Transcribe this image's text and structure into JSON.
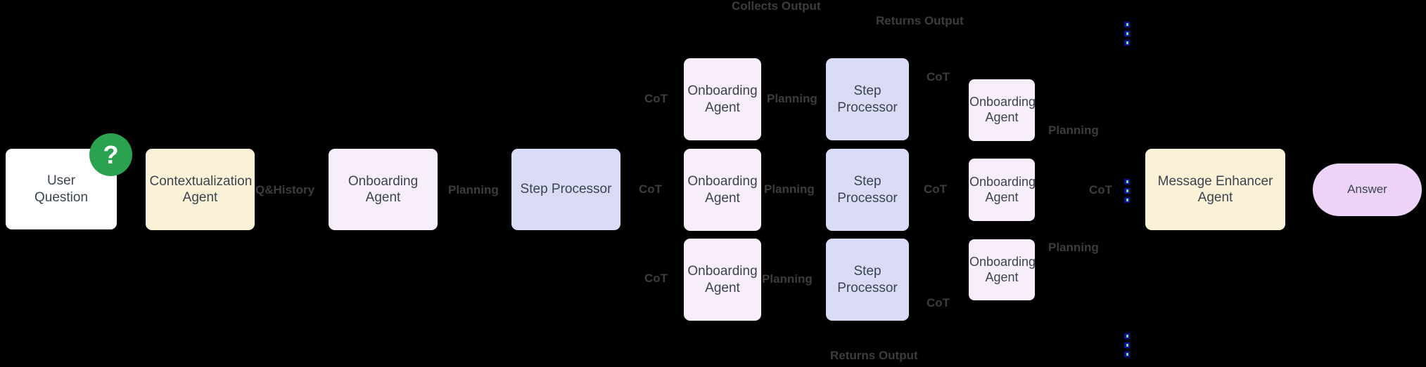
{
  "diagram": {
    "background": "#000000",
    "nodes": {
      "user_question": {
        "label": "User Question",
        "fill": "#ffffff"
      },
      "contextualization_agent": {
        "label": "Contextualization Agent",
        "fill": "#fbf1d7"
      },
      "onboarding_agent": {
        "label": "Onboarding Agent",
        "fill": "#f8edfa"
      },
      "step_processor": {
        "label": "Step Processor",
        "fill": "#d9dbf7"
      },
      "message_enhancer_agent": {
        "label": "Message Enhancer Agent",
        "fill": "#fbf1d7"
      },
      "answer": {
        "label": "Answer",
        "fill": "#eed3f8"
      }
    },
    "badge": {
      "glyph": "?",
      "color": "#2ba24f"
    },
    "edge_labels": {
      "q_history": "Q&History",
      "planning": "Planning",
      "cot": "CoT",
      "collects_output": "Collects Output",
      "returns_output": "Returns Output"
    },
    "text_color": "#3b4450",
    "label_color": "#3d3d3d",
    "handle_color": "#10109e"
  }
}
